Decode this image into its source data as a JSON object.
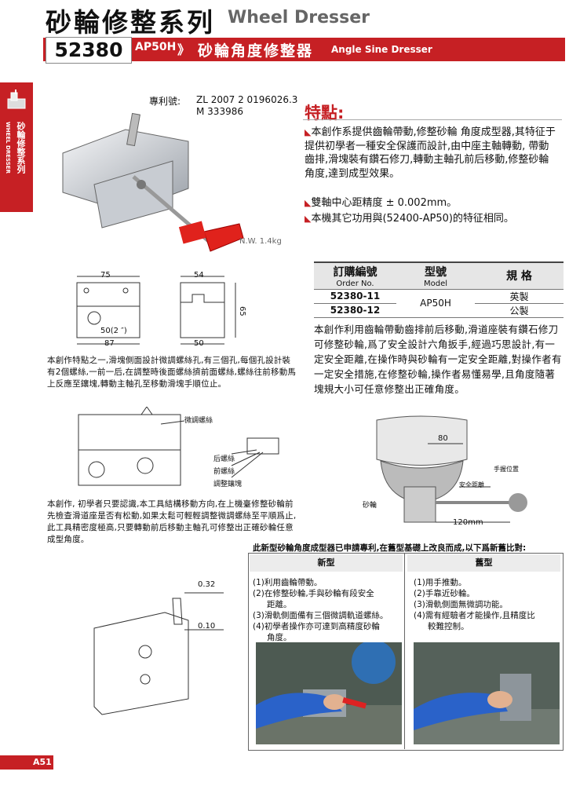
{
  "header": {
    "title_zh": "砂輪修整系列",
    "title_en": "Wheel Dresser",
    "model_number": "52380",
    "model_label": "AP50H",
    "chevrons": "》",
    "subtitle_zh": "砂輪角度修整器",
    "subtitle_en": "Angle Sine Dresser"
  },
  "side_tab": {
    "label_zh": "砂輪修整系列",
    "label_en": "WHEEL DRESSER"
  },
  "patent": {
    "label": "專利號:",
    "numbers": [
      "ZL 2007 2 0196026.3",
      "M 333986"
    ]
  },
  "net_weight": "N.W. 1.4kg",
  "features": {
    "title": "特點:",
    "items": [
      "本創作系提供齒輪帶動,修整砂輪 角度成型器,其特征于提供初學者一種安全保護而設計,由中座主軸轉動, 帶動齒排,滑塊裝有鑽石修刀,轉動主軸孔前后移動,修整砂輪角度,達到成型效果。",
      "雙軸中心距精度 ± 0.002mm。",
      "本機其它功用與(52400-AP50)的特征相同。"
    ]
  },
  "order_table": {
    "headers": [
      {
        "zh": "訂購編號",
        "en": "Order No."
      },
      {
        "zh": "型號",
        "en": "Model"
      },
      {
        "zh": "規 格",
        "en": ""
      }
    ],
    "rows": [
      {
        "order_no": "52380-11",
        "model": "AP50H",
        "spec": "英製"
      },
      {
        "order_no": "52380-12",
        "model": "",
        "spec": "公製"
      }
    ]
  },
  "description_main": "本創作利用齒輪帶動齒排前后移動,滑道座裝有鑽石修刀可修整砂輪,爲了安全設計六角扳手,經過巧思設計,有一定安全距離,在操作時與砂輪有一定安全距離,對操作者有一定安全措施,在修整砂輪,操作者易懂易學,且角度隨著塊規大小可任意修整出正確角度。",
  "drawing_dims": {
    "top_width": "75",
    "side_width": "54",
    "bottom_width": "87",
    "side_bottom": "50",
    "center_dist": "50(2 ″)",
    "height": "65"
  },
  "description_1": "本創作特點之一,滑塊側面設計微調螺絲孔,有三個孔,每個孔設計裝有2個螺絲,一前一后,在調整時後面螺絲擠前面螺絲,螺絲往前移動馬上反應至鑲塊,轉動主軸孔至移動滑塊手順位止。",
  "callouts": {
    "fine_screw": "微調螺絲",
    "rear_screw": "后螺絲",
    "front_screw": "前螺絲",
    "adjust_block": "調整鑲塊"
  },
  "description_2": "本創作, 初學者只要認識,本工具結構移動方向,在上機臺修整砂輪前先檢查滑道座是否有松動,如果太鬆可輕輕調整微調螺絲至平順爲止,此工具精密度極高,只要轉動前后移動主軸孔可修整出正確砂輪任意成型角度。",
  "wheel_diagram": {
    "dim_80": "80",
    "hand_position": "手握位置",
    "safe_distance": "安全距離",
    "wheel_label": "砂輪",
    "dim_120": "120mm"
  },
  "small_dims": {
    "a": "0.32",
    "b": "0.10"
  },
  "comparison": {
    "intro": "此新型砂輪角度成型器已申請專利,在舊型基礎上改良而成,以下爲新舊比對:",
    "new_title": "新型",
    "old_title": "舊型",
    "new_items": [
      "(1)利用齒輪帶動。",
      "(2)在修整砂輪,手與砂輪有段安全",
      "    距離。",
      "(3)滑軌側面備有三個微調軌道螺絲。",
      "(4)初學者操作亦可達到高精度砂輪",
      "    角度。"
    ],
    "old_items": [
      "(1)用手推動。",
      "(2)手靠近砂輪。",
      "(3)滑軌側面無微調功能。",
      "(4)需有經驗者才能操作,且精度比",
      "    較難控制。"
    ]
  },
  "page_number": "A51",
  "colors": {
    "brand_red": "#c62024"
  }
}
